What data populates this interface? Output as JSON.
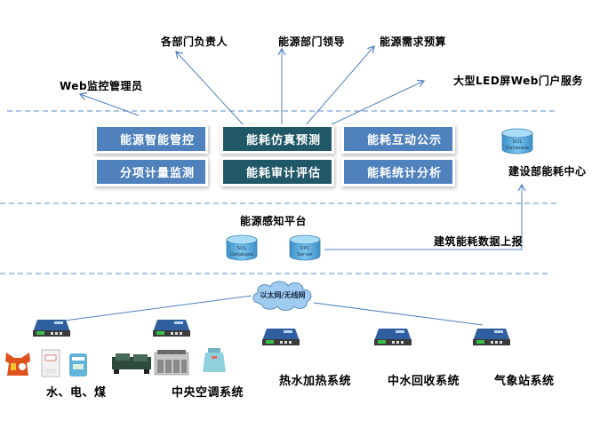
{
  "colors": {
    "accent_blue": "#4f81bd",
    "accent_teal": "#215868",
    "line": "#4f81bd",
    "dash": "#7ba3d4",
    "cylinder": "#6ab4e0",
    "cloud": "#9fcbf0"
  },
  "top_targets": [
    {
      "id": "dept-heads",
      "label": "各部门负责人"
    },
    {
      "id": "energy-dept-leaders",
      "label": "能源部门领导"
    },
    {
      "id": "energy-budget",
      "label": "能源需求预算"
    },
    {
      "id": "web-admin",
      "label": "Web监控管理员"
    },
    {
      "id": "led-portal",
      "label": "大型LED屏Web门户服务"
    }
  ],
  "modules": [
    {
      "label": "能源智能管控",
      "style": "blue"
    },
    {
      "label": "能耗仿真预测",
      "style": "teal"
    },
    {
      "label": "能耗互动公示",
      "style": "blue"
    },
    {
      "label": "分项计量监测",
      "style": "blue"
    },
    {
      "label": "能耗审计评估",
      "style": "teal"
    },
    {
      "label": "能耗统计分析",
      "style": "blue"
    }
  ],
  "ministry_center": {
    "db_line1": "SQL",
    "db_line2": "Database",
    "label": "建设部能耗中心"
  },
  "platform": {
    "label": "能源感知平台",
    "sql_db": {
      "line1": "SQL",
      "line2": "Database"
    },
    "opc_server": {
      "line1": "OPC",
      "line2": "Server"
    },
    "upload_label": "建筑能耗数据上报"
  },
  "network": {
    "cloud_label": "以太网/无线网"
  },
  "systems": [
    {
      "label": "水、电、煤"
    },
    {
      "label": "中央空调系统"
    },
    {
      "label": "热水加热系统"
    },
    {
      "label": "中水回收系统"
    },
    {
      "label": "气象站系统"
    }
  ]
}
